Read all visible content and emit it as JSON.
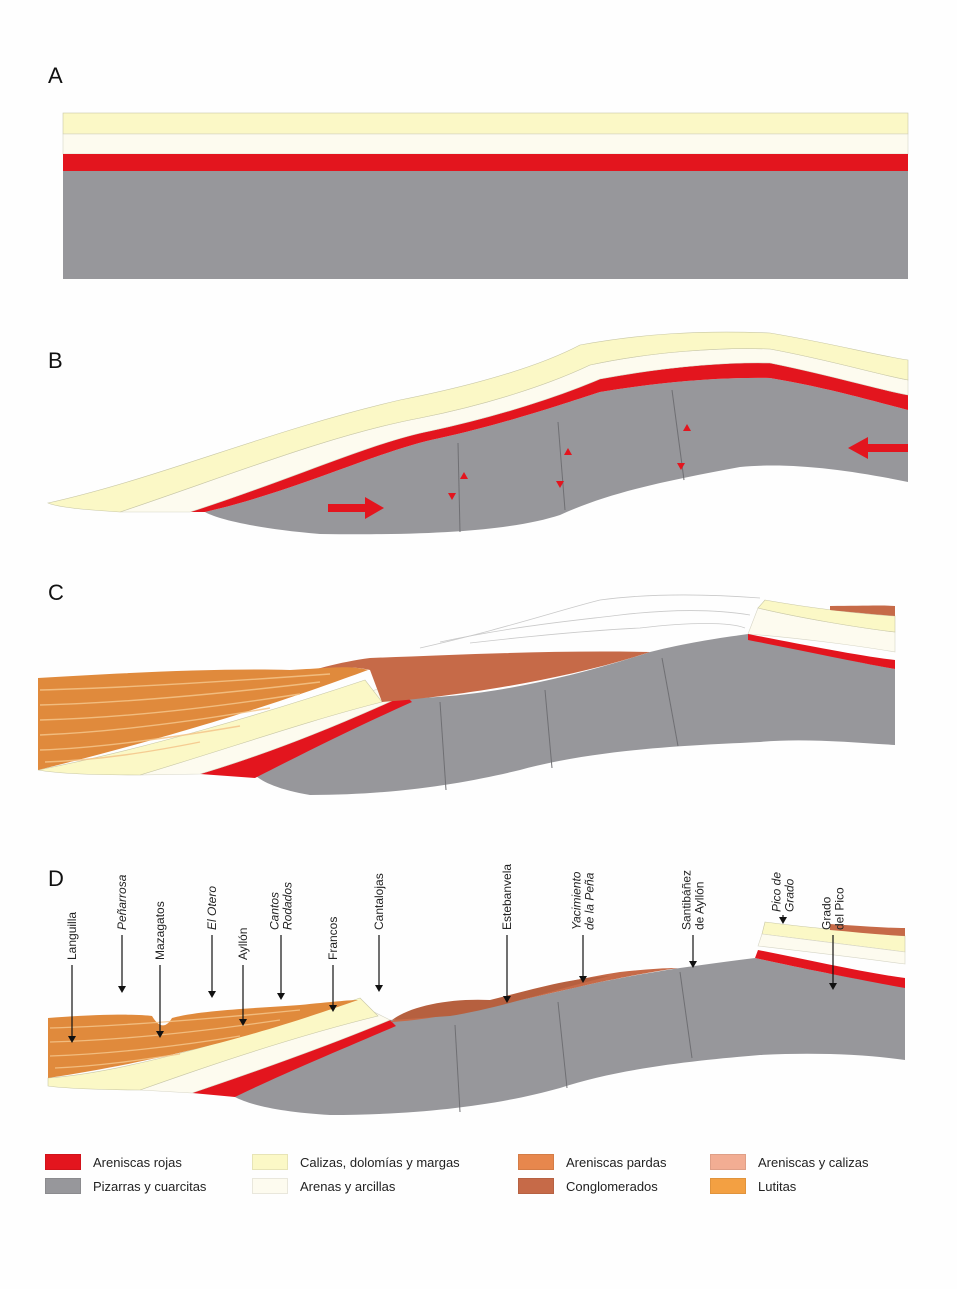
{
  "panels": {
    "a": {
      "letter": "A"
    },
    "b": {
      "letter": "B"
    },
    "c": {
      "letter": "C"
    },
    "d": {
      "letter": "D"
    }
  },
  "locations": [
    {
      "key": "languilla",
      "label": [
        "Languilla"
      ],
      "italic": false
    },
    {
      "key": "penarrosa",
      "label": [
        "Peñarrosa"
      ],
      "italic": true
    },
    {
      "key": "mazagatos",
      "label": [
        "Mazagatos"
      ],
      "italic": false
    },
    {
      "key": "el-otero",
      "label": [
        "El Otero"
      ],
      "italic": true
    },
    {
      "key": "ayllon",
      "label": [
        "Ayllón"
      ],
      "italic": false
    },
    {
      "key": "cantos-rodados",
      "label": [
        "Cantos",
        "Rodados"
      ],
      "italic": true
    },
    {
      "key": "francos",
      "label": [
        "Francos"
      ],
      "italic": false
    },
    {
      "key": "cantalojas",
      "label": [
        "Cantalojas"
      ],
      "italic": false
    },
    {
      "key": "estebanvela",
      "label": [
        "Estebanvela"
      ],
      "italic": false
    },
    {
      "key": "yacimiento",
      "label": [
        "Yacimiento",
        "de la Peña"
      ],
      "italic": true
    },
    {
      "key": "santibanez",
      "label": [
        "Santibáñez",
        "de Ayllón"
      ],
      "italic": false
    },
    {
      "key": "pico-de-grado",
      "label": [
        "Pico de",
        "Grado"
      ],
      "italic": true
    },
    {
      "key": "grado-del-pico",
      "label": [
        "Grado",
        "del Pico"
      ],
      "italic": false
    }
  ],
  "legend": {
    "items": [
      {
        "key": "areniscas-rojas",
        "label": "Areniscas rojas",
        "color": "#e3151e"
      },
      {
        "key": "pizarras",
        "label": "Pizarras y cuarcitas",
        "color": "#97979b"
      },
      {
        "key": "calizas",
        "label": "Calizas, dolomías y margas",
        "color": "#fbf8c6"
      },
      {
        "key": "arenas",
        "label": "Arenas y arcillas",
        "color": "#fdfbef"
      },
      {
        "key": "areniscas-pardas",
        "label": "Areniscas pardas",
        "color": "#e7874d"
      },
      {
        "key": "conglomerados",
        "label": "Conglomerados",
        "color": "#c66a48"
      },
      {
        "key": "areniscas-calizas",
        "label": "Areniscas y calizas",
        "color": "#f2ad93"
      },
      {
        "key": "lutitas",
        "label": "Lutitas",
        "color": "#f3a042"
      }
    ]
  }
}
